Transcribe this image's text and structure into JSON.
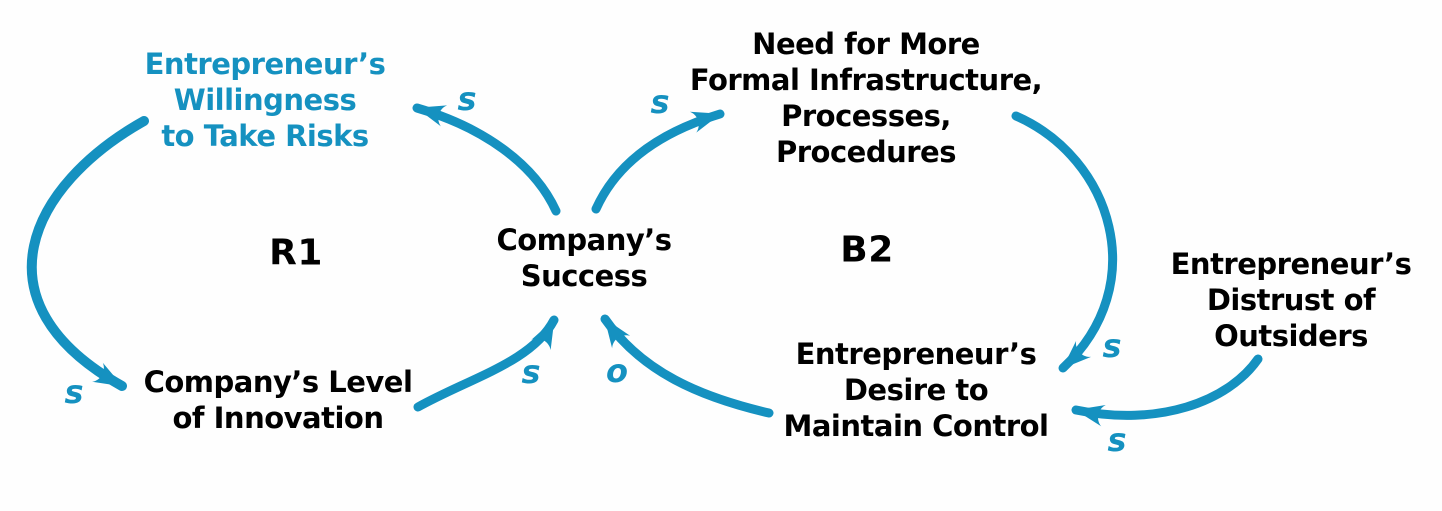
{
  "colors": {
    "accent": "#1591C0",
    "text": "#000000",
    "background": "#FEFEFE"
  },
  "diagram_type": "causal-loop-diagram",
  "nodes": {
    "entrepreneurs_willingness": {
      "label": "Entrepreneur’s\nWillingness\nto Take Risks",
      "color": "accent"
    },
    "need_formal_infrastructure": {
      "label": "Need for More\nFormal Infrastructure,\nProcesses,\nProcedures",
      "color": "text"
    },
    "companys_success": {
      "label": "Company’s\nSuccess",
      "color": "text"
    },
    "companys_level_of_innovation": {
      "label": "Company’s Level\nof Innovation",
      "color": "text"
    },
    "entrepreneurs_desire_control": {
      "label": "Entrepreneur’s\nDesire to\nMaintain Control",
      "color": "text"
    },
    "entrepreneurs_distrust_outsiders": {
      "label": "Entrepreneur’s\nDistrust of\nOutsiders",
      "color": "text"
    }
  },
  "loops": {
    "r1": {
      "label": "R1"
    },
    "b2": {
      "label": "B2"
    }
  },
  "links": [
    {
      "from": "companys_success",
      "to": "entrepreneurs_willingness",
      "polarity": "s"
    },
    {
      "from": "companys_success",
      "to": "need_formal_infrastructure",
      "polarity": "s"
    },
    {
      "from": "entrepreneurs_willingness",
      "to": "companys_level_of_innovation",
      "polarity": "s"
    },
    {
      "from": "companys_level_of_innovation",
      "to": "companys_success",
      "polarity": "s"
    },
    {
      "from": "entrepreneurs_desire_control",
      "to": "companys_success",
      "polarity": "o"
    },
    {
      "from": "need_formal_infrastructure",
      "to": "entrepreneurs_desire_control",
      "polarity": "s"
    },
    {
      "from": "entrepreneurs_distrust_outsiders",
      "to": "entrepreneurs_desire_control",
      "polarity": "s"
    }
  ]
}
